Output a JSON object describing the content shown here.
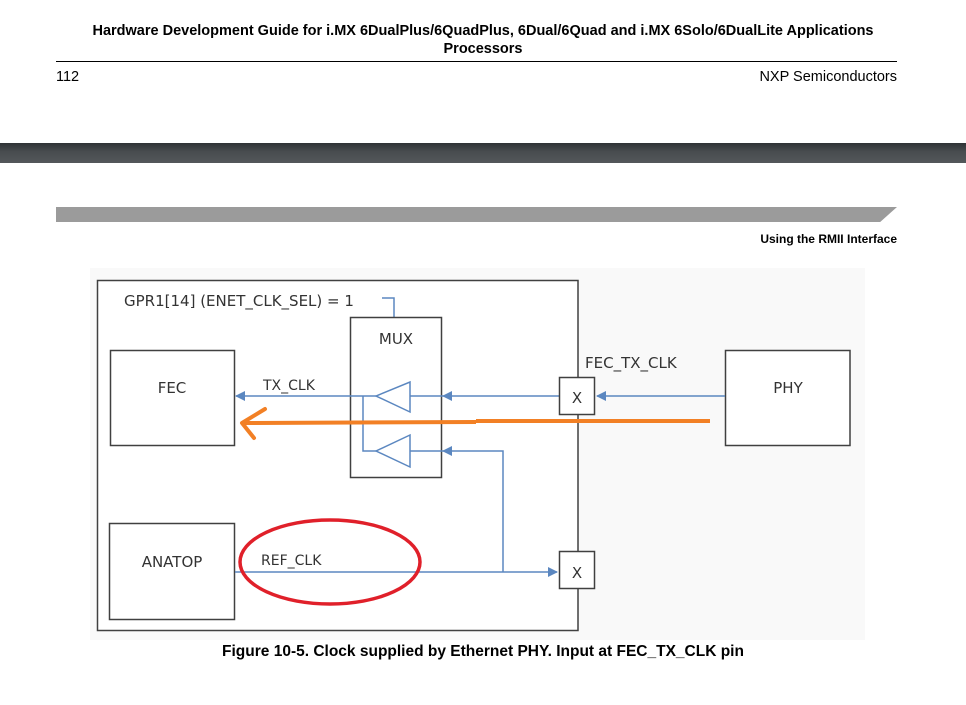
{
  "header": {
    "title_line1": "Hardware Development Guide for i.MX 6DualPlus/6QuadPlus, 6Dual/6Quad and i.MX 6Solo/6DualLite Applications",
    "title_line2": "Processors",
    "page_number": "112",
    "company": "NXP Semiconductors"
  },
  "section": {
    "title": "Using the RMII Interface"
  },
  "figure": {
    "gpr_label": "GPR1[14] (ENET_CLK_SEL) = 1",
    "blocks": {
      "fec": "FEC",
      "mux": "MUX",
      "phy": "PHY",
      "anatop": "ANATOP"
    },
    "signals": {
      "tx_clk": "TX_CLK",
      "fec_tx_clk": "FEC_TX_CLK",
      "ref_clk": "REF_CLK"
    },
    "pads": {
      "pad1": "X",
      "pad2": "X"
    },
    "colors": {
      "signal_line": "#5b87c0",
      "box_stroke": "#404040",
      "highlight_arrow": "#f28025",
      "highlight_ellipse": "#e0202a"
    },
    "caption": "Figure 10-5. Clock supplied by Ethernet PHY. Input at FEC_TX_CLK pin"
  }
}
